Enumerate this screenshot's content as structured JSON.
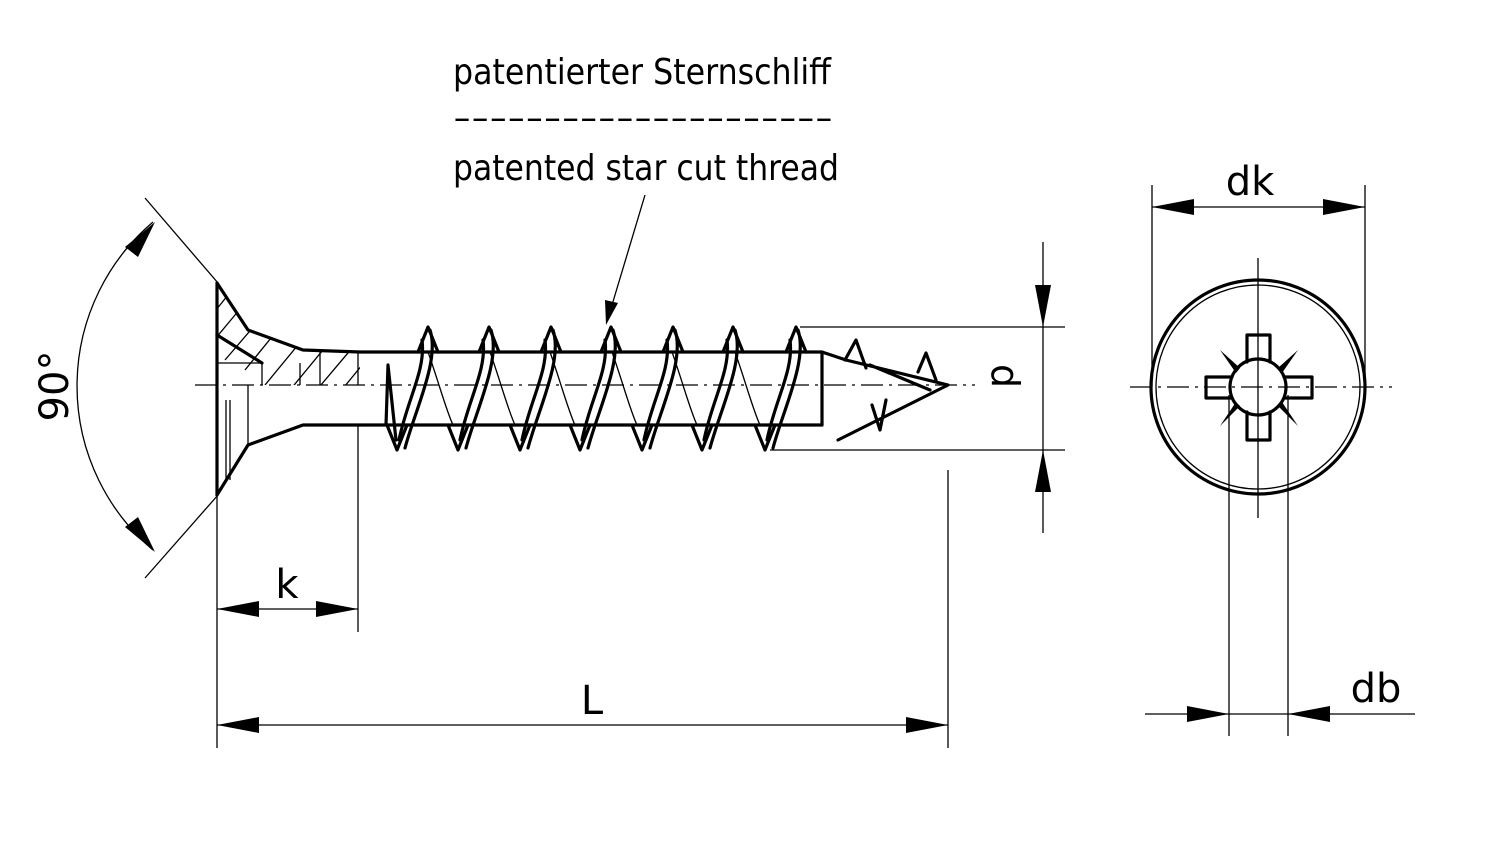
{
  "annotation": {
    "german": "patentierter Sternschliff",
    "separator": "---------------------",
    "english": "patented star cut thread"
  },
  "dimensions": {
    "head_diameter": "dk",
    "bit_diameter": "db",
    "thread_diameter": "d",
    "head_height": "k",
    "length": "L",
    "countersink_angle": "90°"
  }
}
